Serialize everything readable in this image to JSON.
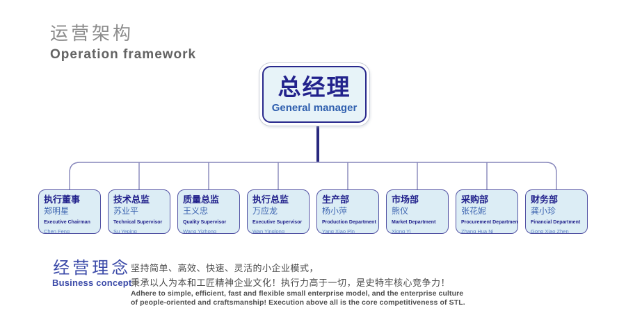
{
  "header": {
    "title_zh": "运营架构",
    "title_en": "Operation framework"
  },
  "root_node": {
    "title_zh": "总经理",
    "title_en": "General manager"
  },
  "nodes": [
    {
      "title_zh": "执行董事",
      "name_zh": "郑明星",
      "title_en": "Executive Chairman",
      "name_en": "Chen Feng"
    },
    {
      "title_zh": "技术总监",
      "name_zh": "苏业平",
      "title_en": "Technical Supervisor",
      "name_en": "Su Yeping"
    },
    {
      "title_zh": "质量总监",
      "name_zh": "王义忠",
      "title_en": "Quality Supervisor",
      "name_en": "Wang Yizhong"
    },
    {
      "title_zh": "执行总监",
      "name_zh": "万应龙",
      "title_en": "Executive Supervisor",
      "name_en": "Wan Yinglong"
    },
    {
      "title_zh": "生产部",
      "name_zh": "杨小萍",
      "title_en": "Production Department",
      "name_en": "Yang Xiao Pin"
    },
    {
      "title_zh": "市场部",
      "name_zh": "熊仪",
      "title_en": "Market Department",
      "name_en": "Xiong Yi"
    },
    {
      "title_zh": "采购部",
      "name_zh": "张花妮",
      "title_en": "Procurement Department",
      "name_en": "Zhang Hua Ni"
    },
    {
      "title_zh": "财务部",
      "name_zh": "龚小珍",
      "title_en": "Financial Department",
      "name_en": "Gong Xiao Zhen"
    }
  ],
  "concept": {
    "title_zh": "经营理念",
    "title_en": "Business concept",
    "zh_line1": "坚持简单、高效、快速、灵活的小企业模式，",
    "zh_line2": "秉承以人为本和工匠精神企业文化！执行力高于一切，是史特牢核心竞争力！",
    "en_line1": "Adhere to simple, efficient, fast and flexible small enterprise model, and the enterprise culture",
    "en_line2": "of people-oriented and craftsmanship! Execution above all is the core competitiveness of STL."
  },
  "colors": {
    "node_fill": "#dcedf5",
    "node_border": "#5151a3",
    "navy_text": "#22228c",
    "name_blue": "#3c64b0",
    "connector_thick": "#28287e",
    "connector_thin": "#8585ba",
    "concept_blue": "#3b4aa8",
    "header_gray": "#8c8c8c"
  }
}
